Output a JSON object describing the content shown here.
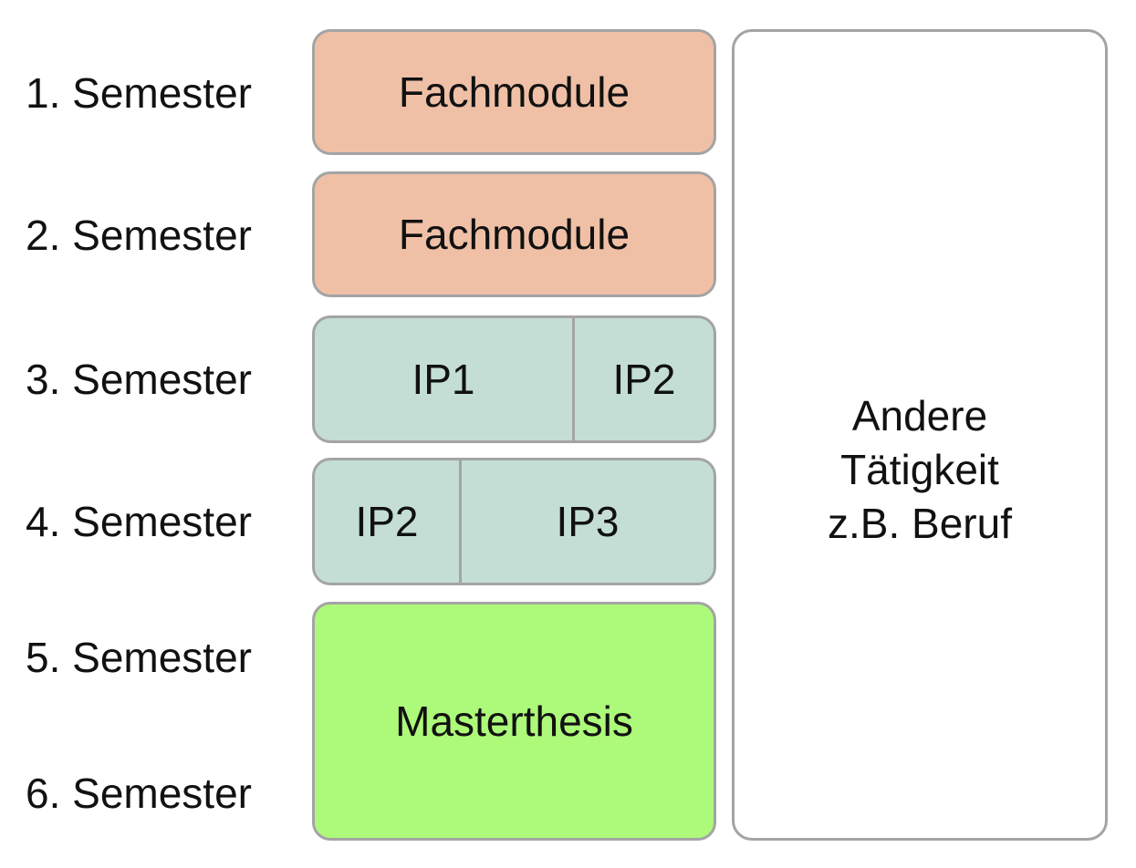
{
  "semesters": [
    "1. Semester",
    "2. Semester",
    "3. Semester",
    "4. Semester",
    "5. Semester",
    "6. Semester"
  ],
  "blocks": {
    "sem1": "Fachmodule",
    "sem2": "Fachmodule",
    "sem3": [
      "IP1",
      "IP2"
    ],
    "sem4": [
      "IP2",
      "IP3"
    ],
    "thesis": "Masterthesis"
  },
  "side": {
    "lines": [
      "Andere",
      "Tätigkeit",
      "z.B. Beruf"
    ]
  },
  "colors": {
    "fachmodule": "#efc0a6",
    "projects": "#c4ded5",
    "thesis": "#adf97a",
    "border": "#a4a4a4"
  }
}
